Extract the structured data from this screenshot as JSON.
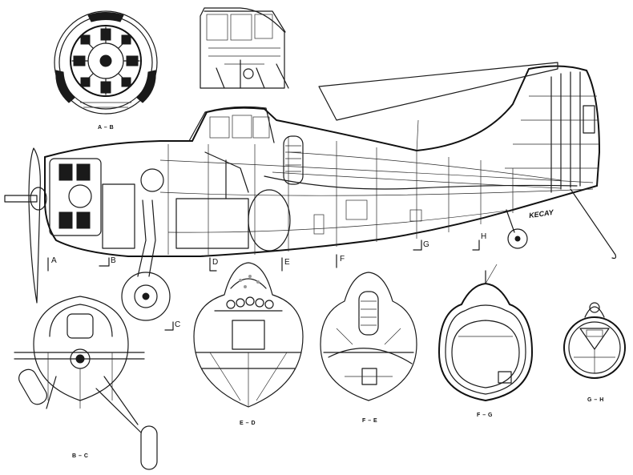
{
  "section_labels": {
    "ab": "A – B",
    "bc": "B – C",
    "ed": "E – D",
    "fe": "F – E",
    "fg": "F – G",
    "gh": "G – H"
  },
  "station_markers": {
    "a": "A",
    "b": "B",
    "c": "C",
    "d": "D",
    "e": "E",
    "f": "F",
    "g": "G",
    "h": "H"
  },
  "fuselage_marking": "KECAY"
}
